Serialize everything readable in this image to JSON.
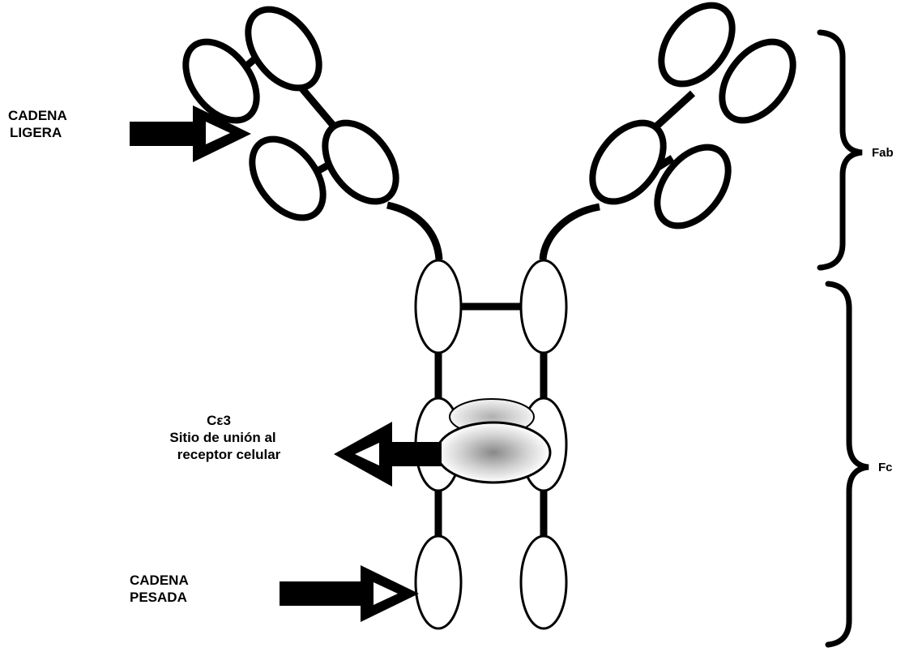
{
  "labels": {
    "light_chain": [
      "CADENA",
      "LIGERA"
    ],
    "heavy_chain": [
      "CADENA",
      "PESADA"
    ],
    "ce3_title": "Cε3",
    "ce3_desc": [
      "Sitio de unión al",
      "receptor celular"
    ],
    "fab": "Fab",
    "fc": "Fc"
  },
  "colors": {
    "stroke": "#000000",
    "fill": "#ffffff",
    "site_center": "#888888"
  }
}
